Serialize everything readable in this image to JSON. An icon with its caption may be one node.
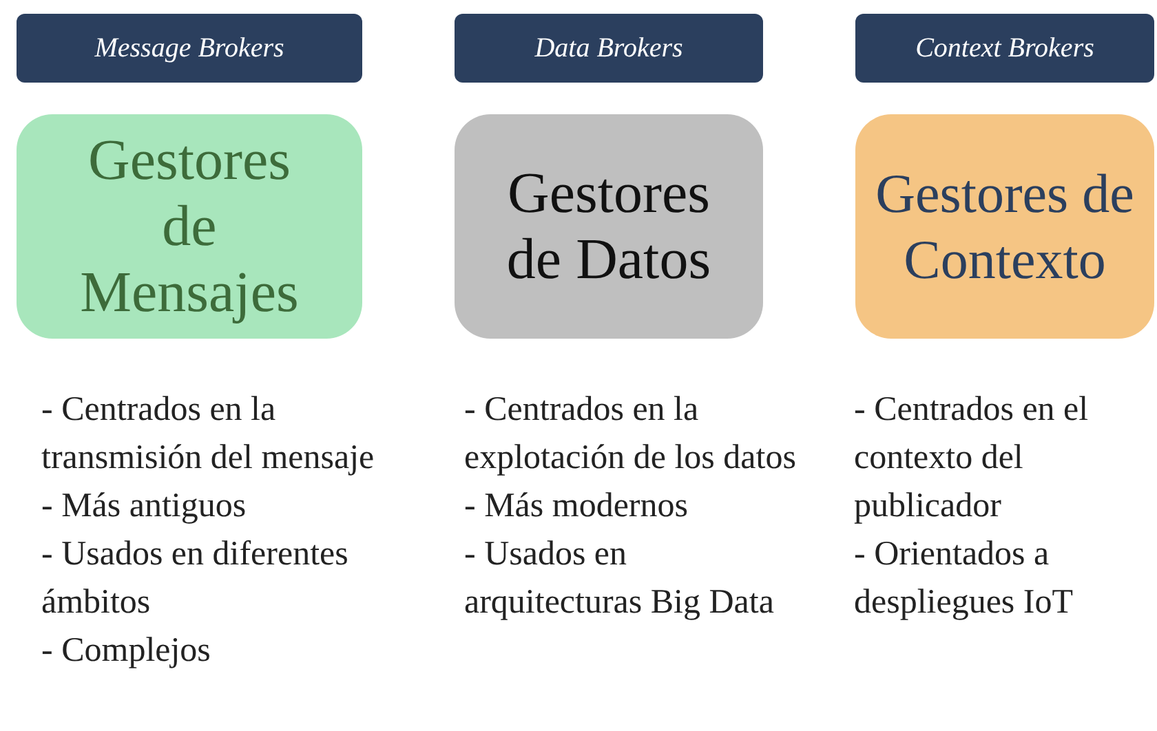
{
  "diagram": {
    "nodes": [
      {
        "text": [
          "Message Brokers"
        ]
      },
      {
        "text": [
          "Data Brokers"
        ]
      },
      {
        "text": [
          "Context Brokers"
        ]
      },
      {
        "text": [
          "Gestores de Mensajes"
        ],
        "beside": [
          "- Centrados en la transmisión del mensaje",
          "- Más antiguos",
          "- Usados en diferentes ámbitos",
          "- Complejos"
        ]
      },
      {
        "text": [
          "Gestores de Datos"
        ],
        "beside": [
          "- Centrados en la explotación de los datos",
          "- Más modernos",
          "- Usados en arquitecturas Big Data"
        ]
      },
      {
        "text": [
          "Gestores de Contexto"
        ],
        "beside": [
          "- Centrados en el contexto del publicador",
          "- Orientados a despliegues IoT"
        ]
      }
    ]
  }
}
